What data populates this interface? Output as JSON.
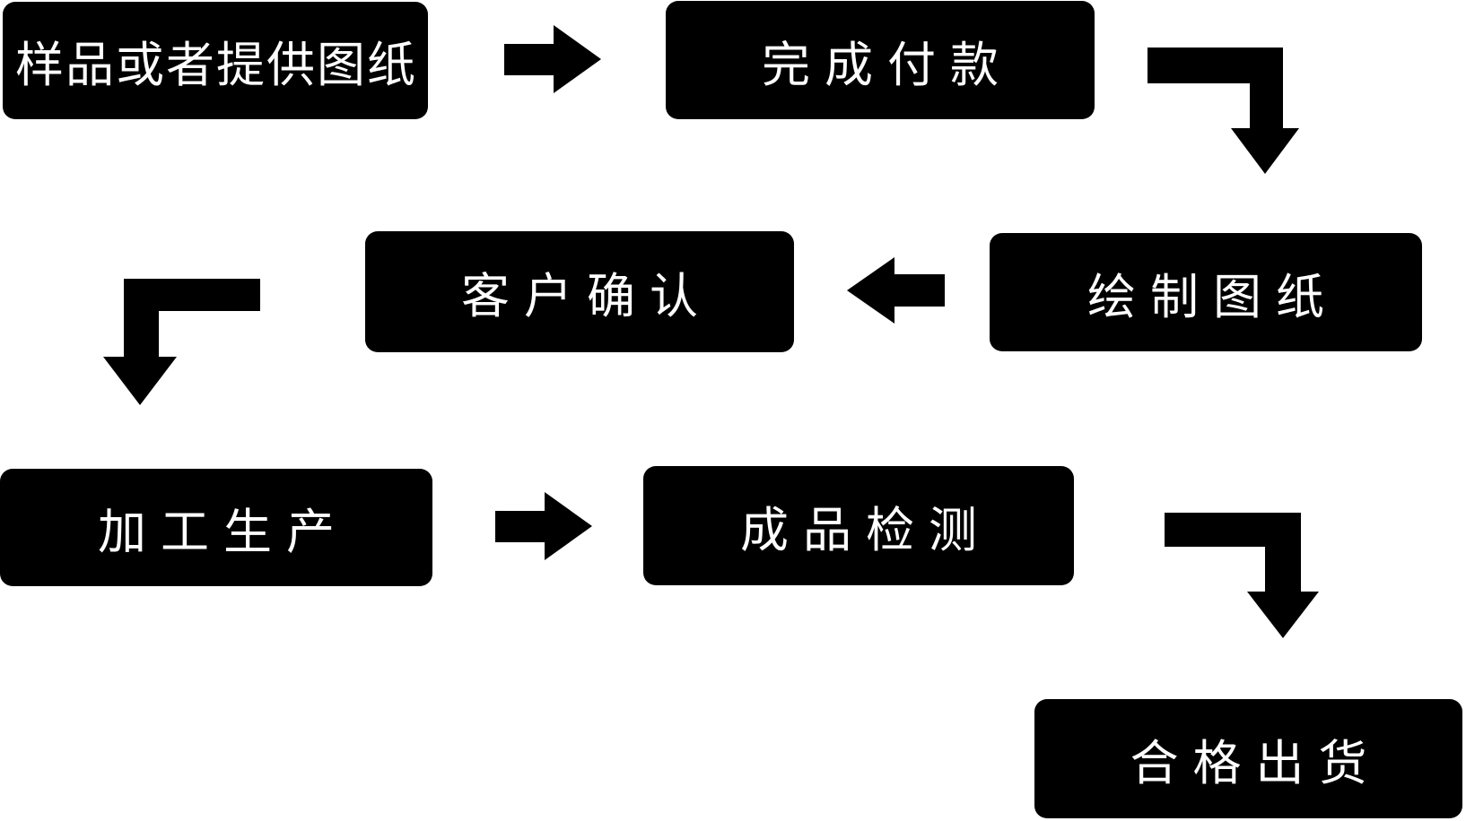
{
  "flowchart": {
    "colors": {
      "background": "#ffffff",
      "node_bg": "#000000",
      "node_text": "#ffffff",
      "arrow": "#000000"
    },
    "nodes": [
      {
        "id": "sample-or-drawings",
        "label": "样品或者提供图纸"
      },
      {
        "id": "complete-payment",
        "label": "完成付款"
      },
      {
        "id": "draw-drawings",
        "label": "绘制图纸"
      },
      {
        "id": "customer-confirmation",
        "label": "客户确认"
      },
      {
        "id": "processing-production",
        "label": "加工生产"
      },
      {
        "id": "product-inspection",
        "label": "成品检测"
      },
      {
        "id": "qualified-shipment",
        "label": "合格出货"
      }
    ],
    "connections": [
      {
        "from": "sample-or-drawings",
        "to": "complete-payment",
        "shape": "straight-right"
      },
      {
        "from": "complete-payment",
        "to": "draw-drawings",
        "shape": "elbow-down"
      },
      {
        "from": "draw-drawings",
        "to": "customer-confirmation",
        "shape": "straight-left"
      },
      {
        "from": "customer-confirmation",
        "to": "processing-production",
        "shape": "elbow-down"
      },
      {
        "from": "processing-production",
        "to": "product-inspection",
        "shape": "straight-right"
      },
      {
        "from": "product-inspection",
        "to": "qualified-shipment",
        "shape": "elbow-down"
      }
    ]
  }
}
